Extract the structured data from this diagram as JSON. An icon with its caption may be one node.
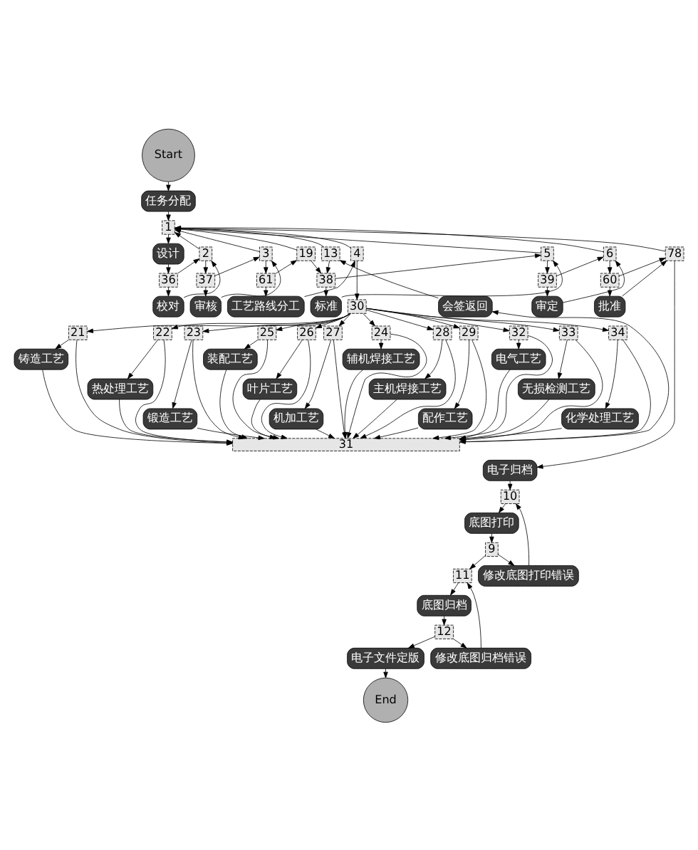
{
  "diagram": {
    "nodes": [
      {
        "text": [
          "Start"
        ]
      },
      {
        "text": [
          "任务分配"
        ]
      },
      {
        "text": [
          "1"
        ]
      },
      {
        "text": [
          "设计"
        ]
      },
      {
        "text": [
          "2"
        ]
      },
      {
        "text": [
          "3"
        ]
      },
      {
        "text": [
          "19"
        ]
      },
      {
        "text": [
          "4"
        ]
      },
      {
        "text": [
          "13"
        ]
      },
      {
        "text": [
          "5"
        ]
      },
      {
        "text": [
          "6"
        ]
      },
      {
        "text": [
          "78"
        ]
      },
      {
        "text": [
          "36"
        ]
      },
      {
        "text": [
          "校对"
        ]
      },
      {
        "text": [
          "37"
        ]
      },
      {
        "text": [
          "审核"
        ]
      },
      {
        "text": [
          "61"
        ]
      },
      {
        "text": [
          "工艺路线分工"
        ]
      },
      {
        "text": [
          "会签返回"
        ]
      },
      {
        "text": [
          "38"
        ]
      },
      {
        "text": [
          "标准"
        ]
      },
      {
        "text": [
          "39"
        ]
      },
      {
        "text": [
          "审定"
        ]
      },
      {
        "text": [
          "60"
        ]
      },
      {
        "text": [
          "批准"
        ]
      },
      {
        "text": [
          "30"
        ]
      },
      {
        "text": [
          "21"
        ]
      },
      {
        "text": [
          "22"
        ]
      },
      {
        "text": [
          "23"
        ]
      },
      {
        "text": [
          "25"
        ]
      },
      {
        "text": [
          "26"
        ]
      },
      {
        "text": [
          "27"
        ]
      },
      {
        "text": [
          "24"
        ]
      },
      {
        "text": [
          "28"
        ]
      },
      {
        "text": [
          "29"
        ]
      },
      {
        "text": [
          "32"
        ]
      },
      {
        "text": [
          "33"
        ]
      },
      {
        "text": [
          "34"
        ]
      },
      {
        "text": [
          "铸造工艺"
        ]
      },
      {
        "text": [
          "热处理工艺"
        ]
      },
      {
        "text": [
          "锻造工艺"
        ]
      },
      {
        "text": [
          "装配工艺"
        ]
      },
      {
        "text": [
          "叶片工艺"
        ]
      },
      {
        "text": [
          "机加工艺"
        ]
      },
      {
        "text": [
          "辅机焊接工艺"
        ]
      },
      {
        "text": [
          "主机焊接工艺"
        ]
      },
      {
        "text": [
          "配作工艺"
        ]
      },
      {
        "text": [
          "电气工艺"
        ]
      },
      {
        "text": [
          "无损检测工艺"
        ]
      },
      {
        "text": [
          "化学处理工艺"
        ]
      },
      {
        "text": [
          "31"
        ]
      },
      {
        "text": [
          "底图打印"
        ]
      },
      {
        "text": [
          "10"
        ]
      },
      {
        "text": [
          "电子归档"
        ]
      },
      {
        "text": [
          "9"
        ]
      },
      {
        "text": [
          "修改底图打印错误"
        ]
      },
      {
        "text": [
          "11"
        ]
      },
      {
        "text": [
          "修改底图归档错误"
        ]
      },
      {
        "text": [
          "底图归档"
        ]
      },
      {
        "text": [
          "12"
        ]
      },
      {
        "text": [
          "电子文件定版"
        ]
      },
      {
        "text": [
          "End"
        ]
      }
    ],
    "edges": [
      {
        "from": 0,
        "to": 1,
        "arrow": "to"
      },
      {
        "from": 1,
        "to": 2,
        "arrow": "to"
      },
      {
        "from": 2,
        "to": 3,
        "arrow": "to"
      },
      {
        "from": 3,
        "to": 12,
        "arrow": "to"
      },
      {
        "from": 12,
        "to": 13,
        "arrow": "to"
      },
      {
        "from": 12,
        "to": 4,
        "arrow": "to"
      },
      {
        "from": 13,
        "to": 4,
        "arrow": "to"
      },
      {
        "from": 4,
        "to": 2,
        "arrow": "to"
      },
      {
        "from": 4,
        "to": 14,
        "arrow": "to"
      },
      {
        "from": 14,
        "to": 15,
        "arrow": "to"
      },
      {
        "from": 14,
        "to": 5,
        "arrow": "to"
      },
      {
        "from": 15,
        "to": 5,
        "arrow": "to"
      },
      {
        "from": 5,
        "to": 2,
        "arrow": "to"
      },
      {
        "from": 5,
        "to": 16,
        "arrow": "to"
      },
      {
        "from": 16,
        "to": 17,
        "arrow": "to"
      },
      {
        "from": 16,
        "to": 6,
        "arrow": "to"
      },
      {
        "from": 6,
        "to": 2,
        "arrow": "to"
      },
      {
        "from": 6,
        "to": 19,
        "arrow": "to"
      },
      {
        "from": 17,
        "to": 7,
        "arrow": "to"
      },
      {
        "from": 7,
        "to": 2,
        "arrow": "to"
      },
      {
        "from": 7,
        "to": 25,
        "arrow": "to"
      },
      {
        "from": 18,
        "to": 8,
        "arrow": "to"
      },
      {
        "from": 8,
        "to": 2,
        "arrow": "to"
      },
      {
        "from": 8,
        "to": 19,
        "arrow": "to"
      },
      {
        "from": 19,
        "to": 20,
        "arrow": "to"
      },
      {
        "from": 19,
        "to": 9,
        "arrow": "to"
      },
      {
        "from": 20,
        "to": 9,
        "arrow": "to"
      },
      {
        "from": 9,
        "to": 2,
        "arrow": "to"
      },
      {
        "from": 9,
        "to": 21,
        "arrow": "to"
      },
      {
        "from": 21,
        "to": 22,
        "arrow": "to"
      },
      {
        "from": 21,
        "to": 10,
        "arrow": "to"
      },
      {
        "from": 22,
        "to": 10,
        "arrow": "to"
      },
      {
        "from": 10,
        "to": 2,
        "arrow": "to"
      },
      {
        "from": 10,
        "to": 23,
        "arrow": "to"
      },
      {
        "from": 23,
        "to": 24,
        "arrow": "to"
      },
      {
        "from": 23,
        "to": 11,
        "arrow": "to"
      },
      {
        "from": 24,
        "to": 11,
        "arrow": "to"
      },
      {
        "from": 11,
        "to": 2,
        "arrow": "to"
      },
      {
        "from": 11,
        "to": 53,
        "arrow": "to"
      },
      {
        "from": 25,
        "to": 26,
        "arrow": "to"
      },
      {
        "from": 25,
        "to": 27,
        "arrow": "to"
      },
      {
        "from": 25,
        "to": 28,
        "arrow": "to"
      },
      {
        "from": 25,
        "to": 29,
        "arrow": "to"
      },
      {
        "from": 25,
        "to": 30,
        "arrow": "to"
      },
      {
        "from": 25,
        "to": 31,
        "arrow": "to"
      },
      {
        "from": 25,
        "to": 32,
        "arrow": "to"
      },
      {
        "from": 25,
        "to": 33,
        "arrow": "to"
      },
      {
        "from": 25,
        "to": 34,
        "arrow": "to"
      },
      {
        "from": 25,
        "to": 35,
        "arrow": "to"
      },
      {
        "from": 25,
        "to": 36,
        "arrow": "to"
      },
      {
        "from": 25,
        "to": 37,
        "arrow": "to"
      },
      {
        "from": 26,
        "to": 38,
        "arrow": "to"
      },
      {
        "from": 27,
        "to": 39,
        "arrow": "to"
      },
      {
        "from": 28,
        "to": 40,
        "arrow": "to"
      },
      {
        "from": 29,
        "to": 41,
        "arrow": "to"
      },
      {
        "from": 30,
        "to": 42,
        "arrow": "to"
      },
      {
        "from": 31,
        "to": 43,
        "arrow": "to"
      },
      {
        "from": 32,
        "to": 44,
        "arrow": "to"
      },
      {
        "from": 33,
        "to": 45,
        "arrow": "to"
      },
      {
        "from": 34,
        "to": 46,
        "arrow": "to"
      },
      {
        "from": 35,
        "to": 47,
        "arrow": "to"
      },
      {
        "from": 36,
        "to": 48,
        "arrow": "to"
      },
      {
        "from": 37,
        "to": 49,
        "arrow": "to"
      },
      {
        "from": 26,
        "to": 50,
        "arrow": "to"
      },
      {
        "from": 27,
        "to": 50,
        "arrow": "to"
      },
      {
        "from": 28,
        "to": 50,
        "arrow": "to"
      },
      {
        "from": 29,
        "to": 50,
        "arrow": "to"
      },
      {
        "from": 30,
        "to": 50,
        "arrow": "to"
      },
      {
        "from": 31,
        "to": 50,
        "arrow": "to"
      },
      {
        "from": 32,
        "to": 50,
        "arrow": "to"
      },
      {
        "from": 33,
        "to": 50,
        "arrow": "to"
      },
      {
        "from": 34,
        "to": 50,
        "arrow": "to"
      },
      {
        "from": 35,
        "to": 50,
        "arrow": "to"
      },
      {
        "from": 36,
        "to": 50,
        "arrow": "to"
      },
      {
        "from": 37,
        "to": 50,
        "arrow": "to"
      },
      {
        "from": 38,
        "to": 50,
        "arrow": "to"
      },
      {
        "from": 39,
        "to": 50,
        "arrow": "to"
      },
      {
        "from": 40,
        "to": 50,
        "arrow": "to"
      },
      {
        "from": 41,
        "to": 50,
        "arrow": "to"
      },
      {
        "from": 42,
        "to": 50,
        "arrow": "to"
      },
      {
        "from": 43,
        "to": 50,
        "arrow": "to"
      },
      {
        "from": 44,
        "to": 50,
        "arrow": "to"
      },
      {
        "from": 45,
        "to": 50,
        "arrow": "to"
      },
      {
        "from": 46,
        "to": 50,
        "arrow": "to"
      },
      {
        "from": 47,
        "to": 50,
        "arrow": "to"
      },
      {
        "from": 48,
        "to": 50,
        "arrow": "to"
      },
      {
        "from": 49,
        "to": 50,
        "arrow": "to"
      },
      {
        "from": 50,
        "to": 18,
        "arrow": "to"
      },
      {
        "from": 53,
        "to": 52,
        "arrow": "to"
      },
      {
        "from": 52,
        "to": 51,
        "arrow": "to"
      },
      {
        "from": 51,
        "to": 54,
        "arrow": "to"
      },
      {
        "from": 54,
        "to": 55,
        "arrow": "to"
      },
      {
        "from": 55,
        "to": 52,
        "arrow": "to"
      },
      {
        "from": 54,
        "to": 56,
        "arrow": "to"
      },
      {
        "from": 57,
        "to": 56,
        "arrow": "to"
      },
      {
        "from": 56,
        "to": 58,
        "arrow": "to"
      },
      {
        "from": 58,
        "to": 59,
        "arrow": "to"
      },
      {
        "from": 59,
        "to": 57,
        "arrow": "to"
      },
      {
        "from": 59,
        "to": 60,
        "arrow": "to"
      },
      {
        "from": 60,
        "to": 61,
        "arrow": "to"
      }
    ]
  }
}
